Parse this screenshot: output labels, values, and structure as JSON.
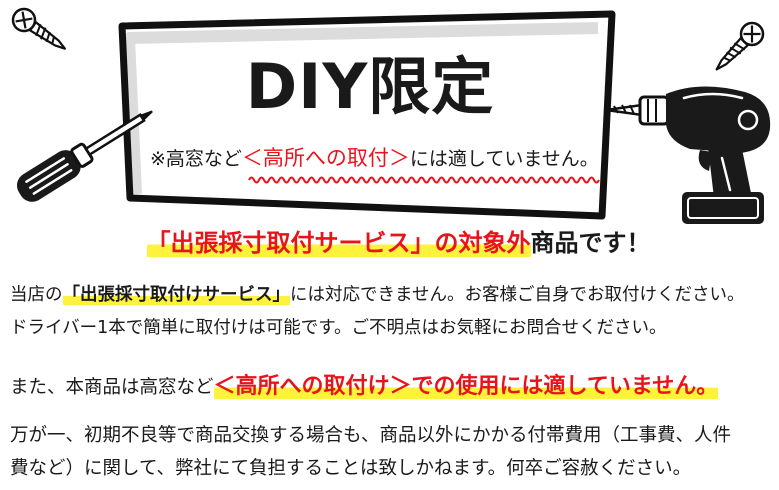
{
  "banner": {
    "title": "DIY限定",
    "note": {
      "prefix": "※高窓など",
      "highlight": "＜高所への取付＞",
      "suffix": "には適していません。"
    }
  },
  "headline": {
    "highlight": "「出張採寸取付サービス」の対象外",
    "rest": "商品です！"
  },
  "notice_1": {
    "line1_prefix": "当店の",
    "line1_highlight": "「出張採寸取付けサービス」",
    "line1_suffix": "には対応できません。お客様ご自身でお取付けください。",
    "line2": "ドライバー1本で簡単に取付けは可能です。ご不明点はお気軽にお問合せください。"
  },
  "notice_2": {
    "prefix": "また、本商品は高窓など",
    "highlight": "＜高所への取付け＞での使用には適していません。"
  },
  "notice_3": {
    "line1": "万が一、初期不良等で商品交換する場合も、商品以外にかかる付帯費用（工事費、人件",
    "line2": "費など）に関して、弊社にて負担することは致しかねます。何卒ご容赦ください。"
  },
  "icons": {
    "top_left": "screw-icon",
    "left": "screwdriver-icon",
    "top_right": "screw-icon",
    "right": "power-drill-icon"
  },
  "colors": {
    "accent_red": "#e8141c",
    "marker_yellow": "#fff23c",
    "text": "#1a1a1a",
    "frame": "#111111",
    "frame_shadow": "#dcdcdc"
  }
}
